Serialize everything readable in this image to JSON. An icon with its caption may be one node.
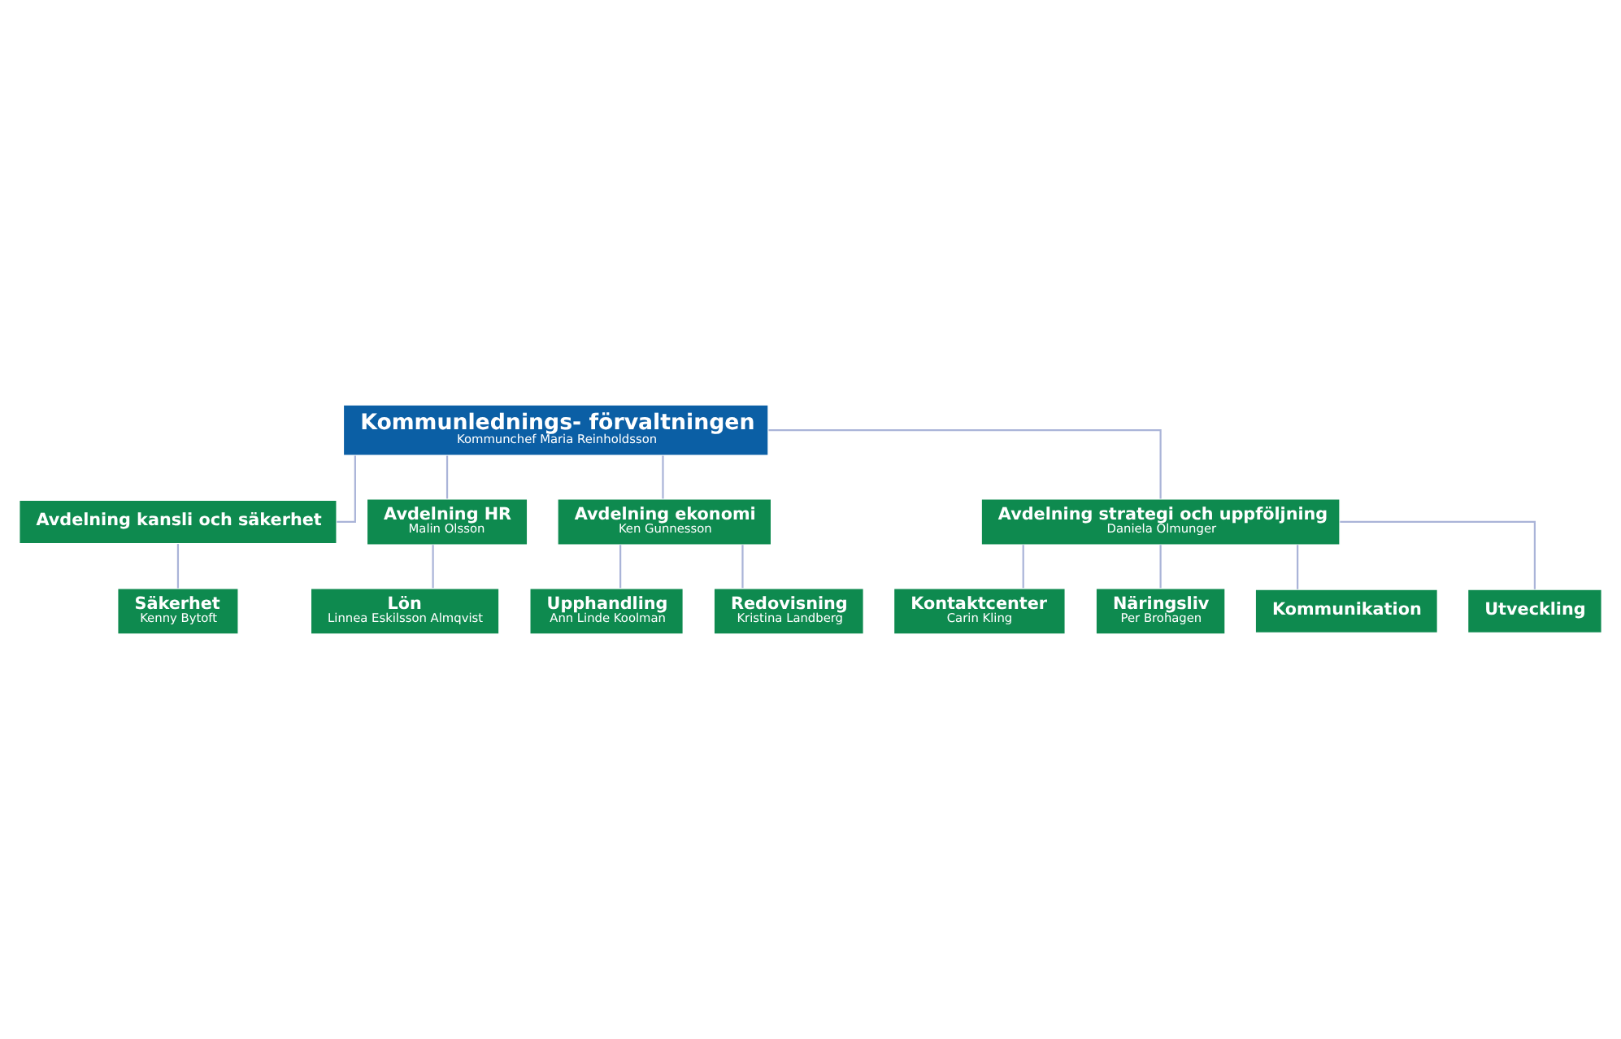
{
  "diagram": {
    "nodes": [
      {
        "text": [
          "Kommunlednings- förvaltningen",
          "Kommunchef Maria Reinholdsson"
        ]
      },
      {
        "text": [
          "Avdelning kansli och säkerhet"
        ]
      },
      {
        "text": [
          "Avdelning HR",
          "Malin Olsson"
        ]
      },
      {
        "text": [
          "Avdelning ekonomi",
          "Ken Gunnesson"
        ]
      },
      {
        "text": [
          "Avdelning strategi och uppföljning",
          "Daniela Ölmunger"
        ]
      },
      {
        "text": [
          "Säkerhet",
          "Kenny Bytoft"
        ]
      },
      {
        "text": [
          "Lön",
          "Linnea Eskilsson Almqvist"
        ]
      },
      {
        "text": [
          "Upphandling",
          "Ann Linde Koolman"
        ]
      },
      {
        "text": [
          "Redovisning",
          "Kristina Landberg"
        ]
      },
      {
        "text": [
          "Kontaktcenter",
          "Carin Kling"
        ]
      },
      {
        "text": [
          "Näringsliv",
          "Per Brohagen"
        ]
      },
      {
        "text": [
          "Kommunikation"
        ]
      },
      {
        "text": [
          "Utveckling"
        ]
      }
    ],
    "edges": [
      {
        "from": 0,
        "to": 1,
        "arrow": "none"
      },
      {
        "from": 0,
        "to": 2,
        "arrow": "none"
      },
      {
        "from": 0,
        "to": 3,
        "arrow": "none"
      },
      {
        "from": 0,
        "to": 4,
        "arrow": "none"
      },
      {
        "from": 1,
        "to": 5,
        "arrow": "none"
      },
      {
        "from": 2,
        "to": 6,
        "arrow": "none"
      },
      {
        "from": 3,
        "to": 7,
        "arrow": "none"
      },
      {
        "from": 3,
        "to": 8,
        "arrow": "none"
      },
      {
        "from": 4,
        "to": 9,
        "arrow": "none"
      },
      {
        "from": 4,
        "to": 10,
        "arrow": "none"
      },
      {
        "from": 4,
        "to": 11,
        "arrow": "none"
      },
      {
        "from": 4,
        "to": 12,
        "arrow": "none"
      }
    ]
  }
}
